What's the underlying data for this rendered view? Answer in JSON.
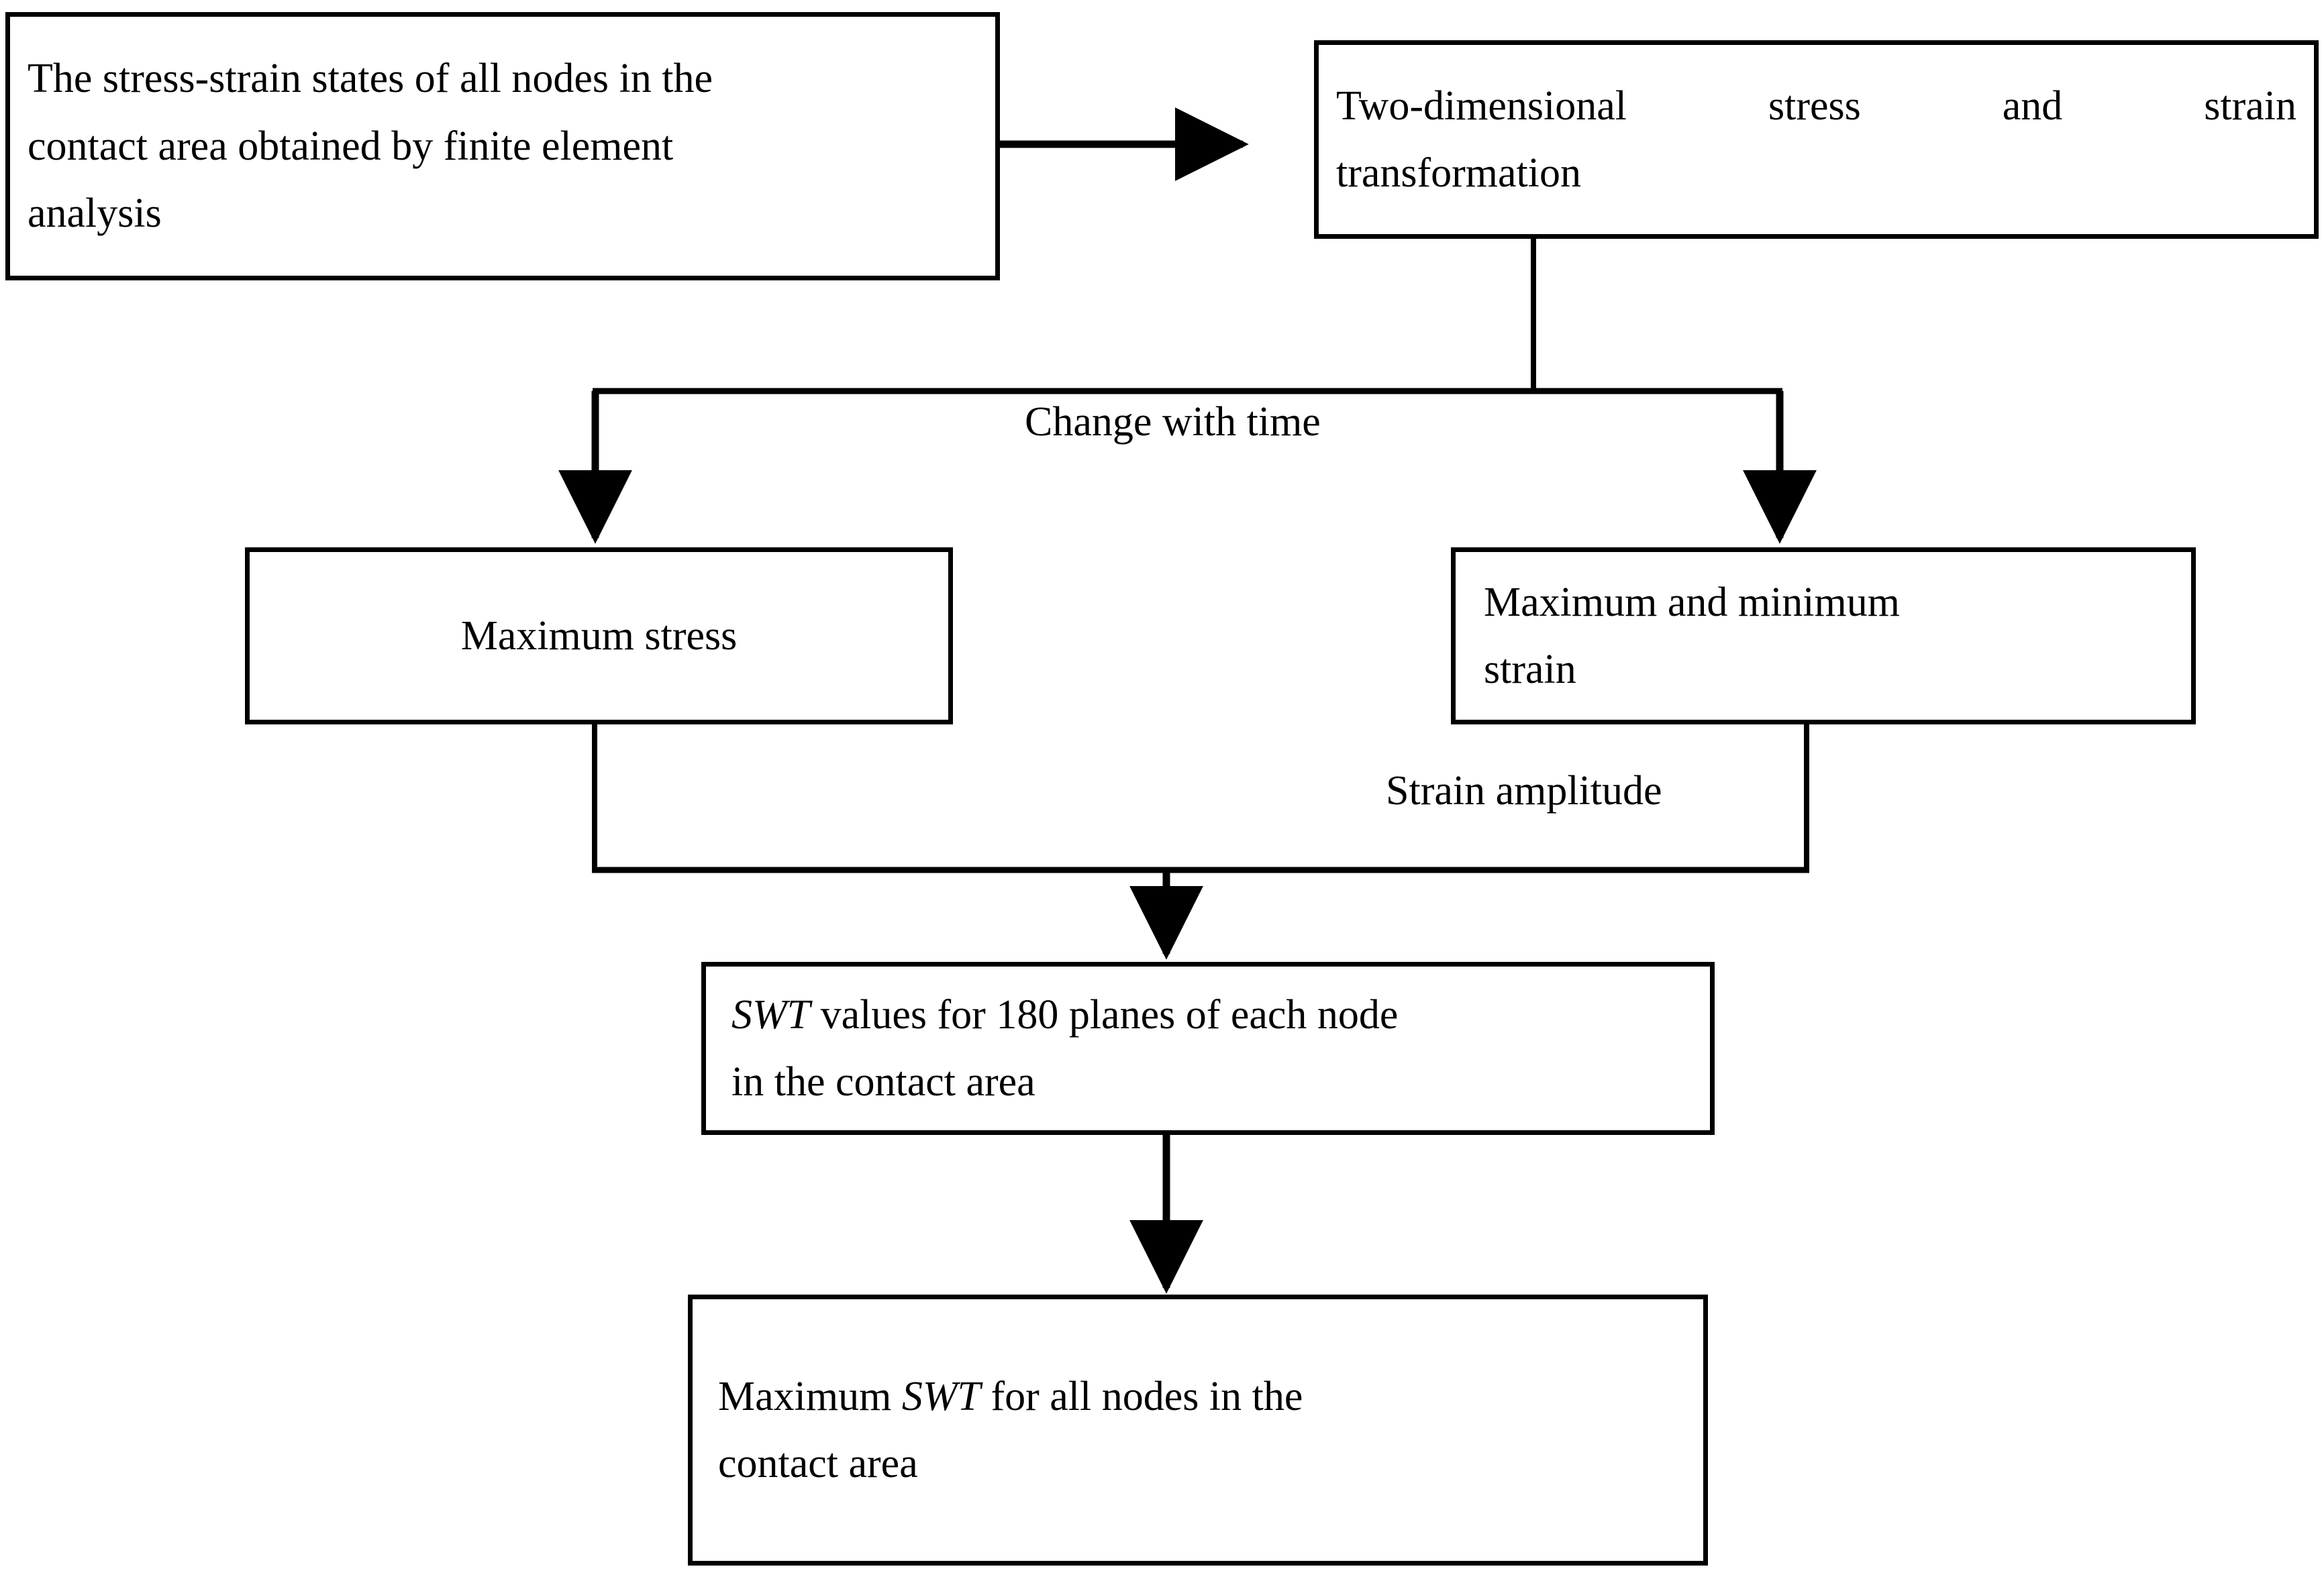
{
  "diagram": {
    "title": "SWT critical plane fatigue analysis flowchart",
    "background_color": "#ffffff",
    "line_color": "#000000",
    "boxes": [
      {
        "id": "fea-states",
        "text": "The stress-strain states of all nodes in the contact area obtained by finite element analysis",
        "align": "left"
      },
      {
        "id": "transformation",
        "text": "Two-dimensional stress and strain transformation",
        "align": "justify"
      },
      {
        "id": "max-stress",
        "text": "Maximum stress",
        "align": "center"
      },
      {
        "id": "max-min-strain",
        "text": "Maximum and minimum strain",
        "align": "left"
      },
      {
        "id": "swt-values",
        "text_parts": [
          {
            "value": "SWT",
            "italic": true
          },
          {
            "value": " values for 180 planes of each node in the contact area",
            "italic": false
          }
        ],
        "align": "left"
      },
      {
        "id": "max-swt",
        "text_parts": [
          {
            "value": "Maximum ",
            "italic": false
          },
          {
            "value": "SWT",
            "italic": true
          },
          {
            "value": " for all nodes in the contact area",
            "italic": false
          }
        ],
        "align": "left"
      }
    ],
    "edge_labels": [
      {
        "id": "change-with-time",
        "text": "Change with time"
      },
      {
        "id": "strain-amplitude",
        "text": "Strain amplitude"
      }
    ],
    "box_text": {
      "fea_states_line1": "The stress-strain states of all nodes in the",
      "fea_states_line2": "contact area obtained by finite element",
      "fea_states_line3": "analysis",
      "transformation_line1": "Two-dimensional stress and strain",
      "transformation_line2": "transformation",
      "max_stress": "Maximum stress",
      "strain_line1": "Maximum and minimum",
      "strain_line2": "strain",
      "swt_italic": "SWT",
      "swt_line1_rest": " values for 180 planes of each node",
      "swt_line2": "in the contact area",
      "maxswt_pre": "Maximum ",
      "maxswt_italic": "SWT",
      "maxswt_post": " for all nodes in  the",
      "maxswt_line2": "contact area"
    },
    "labels": {
      "change_with_time": "Change with time",
      "strain_amplitude": "Strain amplitude"
    }
  }
}
